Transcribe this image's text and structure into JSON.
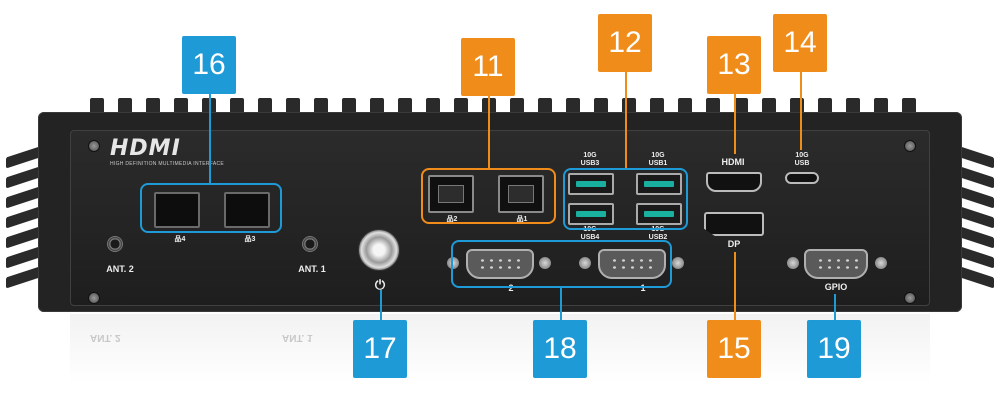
{
  "callouts": {
    "c16": "16",
    "c11": "11",
    "c12": "12",
    "c13": "13",
    "c14": "14",
    "c15": "15",
    "c17": "17",
    "c18": "18",
    "c19": "19"
  },
  "brand": {
    "logo": "HDMI",
    "logo_sub": "HIGH DEFINITION MULTIMEDIA INTERFACE"
  },
  "labels": {
    "ant2": "ANT. 2",
    "ant1": "ANT. 1",
    "lan4": "品4",
    "lan3": "品3",
    "lan2": "品2",
    "lan1": "品1",
    "usb3_speed": "10G",
    "usb3": "USB3",
    "usb1_speed": "10G",
    "usb1": "USB1",
    "usb4_speed": "10G",
    "usb4": "USB4",
    "usb2_speed": "10G",
    "usb2": "USB2",
    "hdmi": "HDMI",
    "usbc_speed": "10G",
    "usbc": "USB",
    "dp": "DP",
    "com2": "2",
    "com1": "1",
    "gpio": "GPIO",
    "power_symbol": "⏻",
    "refl_ant2": "ANT. 2",
    "refl_ant1": "ANT. 1"
  },
  "colors": {
    "callout_blue": "#1e9ad6",
    "callout_orange": "#f08c1a",
    "usb_tongue": "#19b0a0"
  }
}
